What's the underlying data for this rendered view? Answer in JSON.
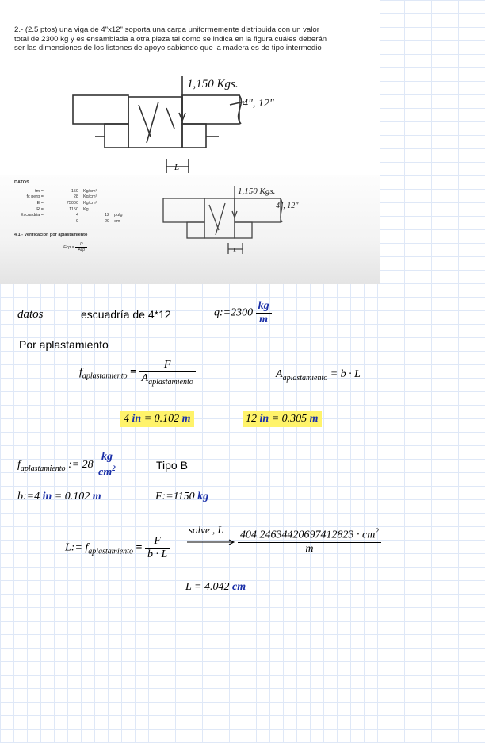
{
  "problem": {
    "text": "2.- (2.5 ptos) una viga de 4\"x12\" soporta una carga uniformemente distribuida con un valor total de 2300 kg y es ensamblada a otra pieza tal como se indica en la figura cuáles deberán ser las dimensiones de los listones de apoyo sabiendo que la madera es de tipo intermedio",
    "load_label": "1,150 Kgs.",
    "section_label": "4\", 12\"",
    "dim_label": "L"
  },
  "datos_table": {
    "heading": "DATOS",
    "rows": [
      [
        "fm =",
        "150",
        "Kg/cm²",
        ""
      ],
      [
        "fc perp =",
        "28",
        "Kg/cm²",
        ""
      ],
      [
        "E =",
        "75000",
        "Kg/cm²",
        ""
      ],
      [
        "R =",
        "1150",
        "Kg",
        ""
      ],
      [
        "Escuadria =",
        "4",
        "12",
        "pulg"
      ],
      [
        "",
        "9",
        "29",
        "cm"
      ]
    ],
    "verif_heading": "4.1.- Verificacion por aplastamiento",
    "verif_formula_lhs": "Fcp =",
    "verif_formula_num": "R",
    "verif_formula_den": "Acp"
  },
  "work": {
    "datos_label": "datos",
    "escuadria_label": "escuadría de 4*12",
    "q_lhs": "q:=2300",
    "q_unit_num": "kg",
    "q_unit_den": "m",
    "aplast_heading": "Por aplastamiento",
    "f_lhs": "f",
    "f_sub": "aplastamiento",
    "f_eq": "=",
    "f_num": "F",
    "f_den": "A",
    "f_den_sub": "aplastamiento",
    "a_lhs": "A",
    "a_sub": "aplastamiento",
    "a_rhs": "= b · L",
    "conv1_val": "4",
    "conv1_unit": "in",
    "conv1_rhs": "= 0.102",
    "conv1_rhs_unit": "m",
    "conv2_val": "12",
    "conv2_unit": "in",
    "conv2_rhs": "= 0.305",
    "conv2_rhs_unit": "m",
    "f_def_lhs": "f",
    "f_def_sub": "aplastamiento",
    "f_def_assign": ":= 28",
    "f_def_unit_num": "kg",
    "f_def_unit_den": "cm",
    "f_def_unit_exp": "2",
    "tipo_label": "Tipo B",
    "b_def": "b:=4",
    "b_unit": "in",
    "b_rhs": "= 0.102",
    "b_rhs_unit": "m",
    "F_def": "F:=1150",
    "F_unit": "kg",
    "L_lhs": "L:= f",
    "L_sub": "aplastamiento",
    "L_eq": "=",
    "L_num": "F",
    "L_den": "b · L",
    "solve_label": "solve , L",
    "solve_result_num": "404.24634420697412823 · cm",
    "solve_result_exp": "2",
    "solve_result_den": "m",
    "L_result": "L = 4.042",
    "L_result_unit": "cm"
  }
}
